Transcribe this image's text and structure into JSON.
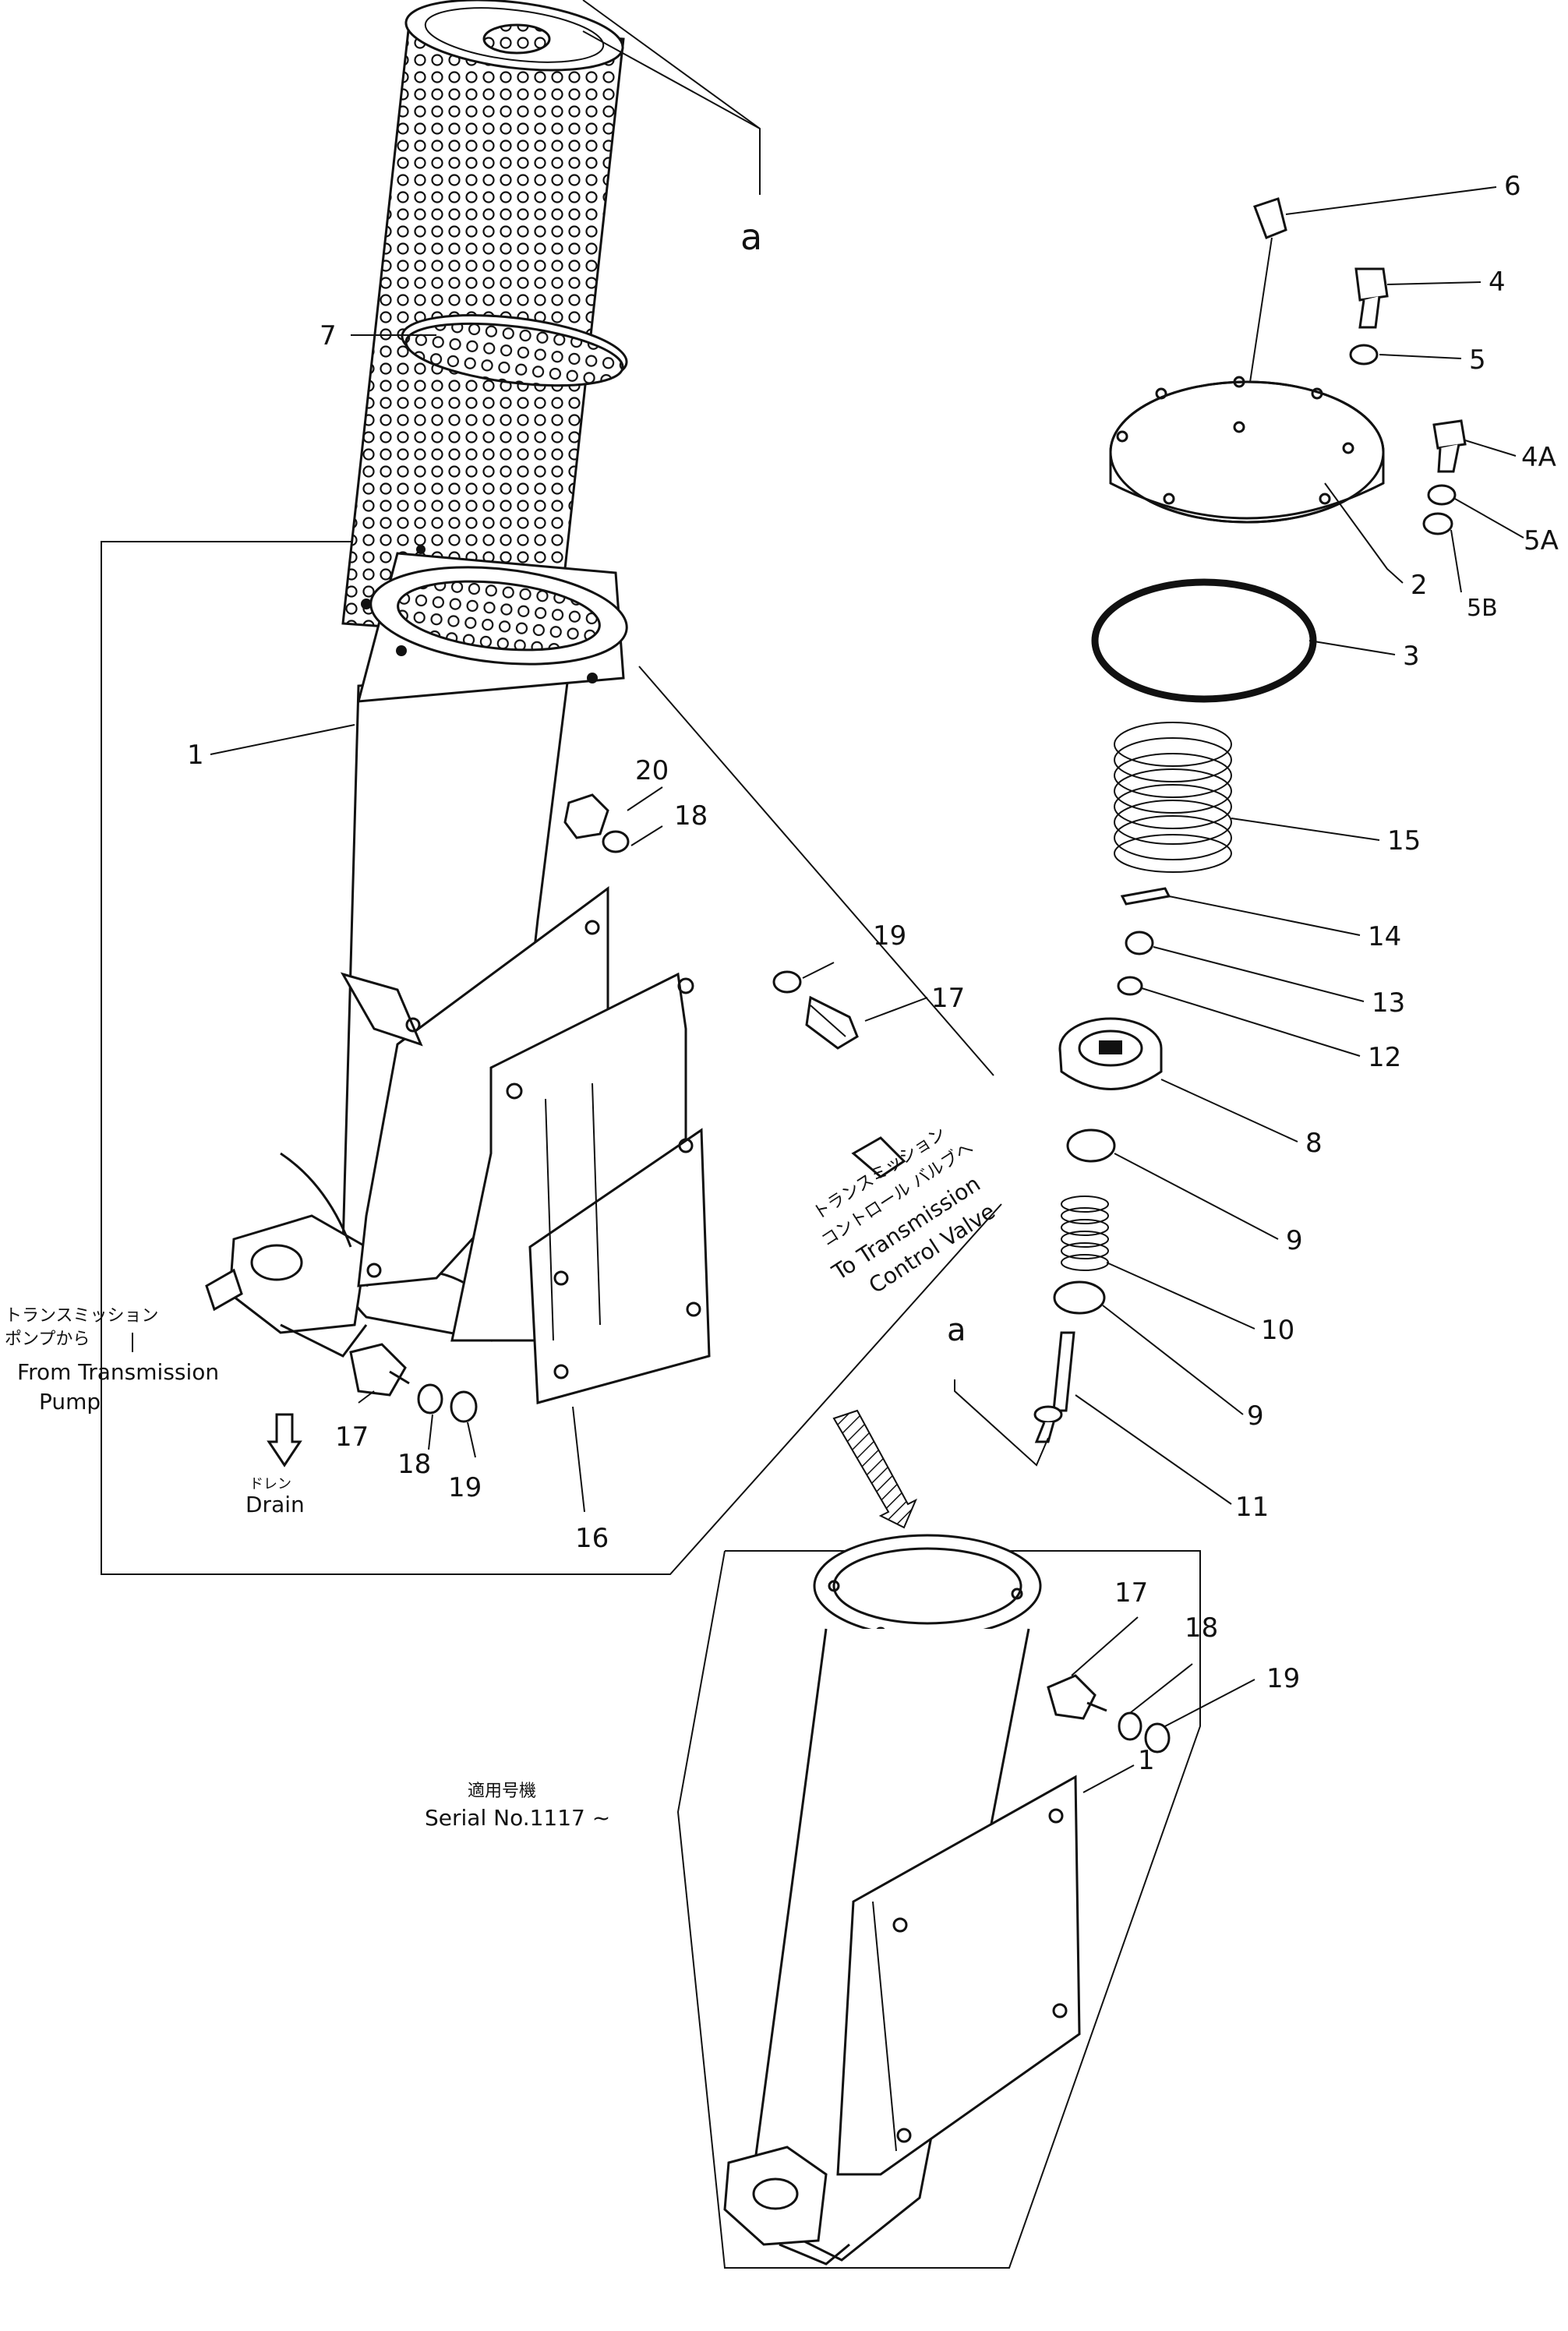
{
  "part_labels": {
    "l1": "1",
    "l2": "2",
    "l3": "3",
    "l4": "4",
    "l4a": "4A",
    "l5": "5",
    "l5a": "5A",
    "l5b": "5B",
    "l6": "6",
    "l7": "7",
    "l8": "8",
    "l9a": "9",
    "l9b": "9",
    "l10": "10",
    "l11": "11",
    "l12": "12",
    "l13": "13",
    "l14": "14",
    "l15": "15",
    "l16": "16",
    "l17a": "17",
    "l17b": "17",
    "l17c": "17",
    "l18a": "18",
    "l18b": "18",
    "l18c": "18",
    "l19a": "19",
    "l19b": "19",
    "l19c": "19",
    "l20": "20",
    "l1b": "1",
    "ref_a_top": "a",
    "ref_a_side": "a"
  },
  "annotations": {
    "to_valve_jp_1": "トランスミッション",
    "to_valve_jp_2": "コントロール バルブへ",
    "to_valve_en_1": "To Transmission",
    "to_valve_en_2": "Control Valve",
    "from_pump_jp_1": "トランスミッション",
    "from_pump_jp_2": "ポンプから",
    "from_pump_en_1": "From Transmission",
    "from_pump_en_2": "Pump",
    "drain_jp": "ドレン",
    "drain_en": "Drain",
    "serial_jp": "適用号機",
    "serial_en": "Serial  No.1117 ~"
  },
  "colors": {
    "line": "#111111",
    "background": "#ffffff"
  }
}
